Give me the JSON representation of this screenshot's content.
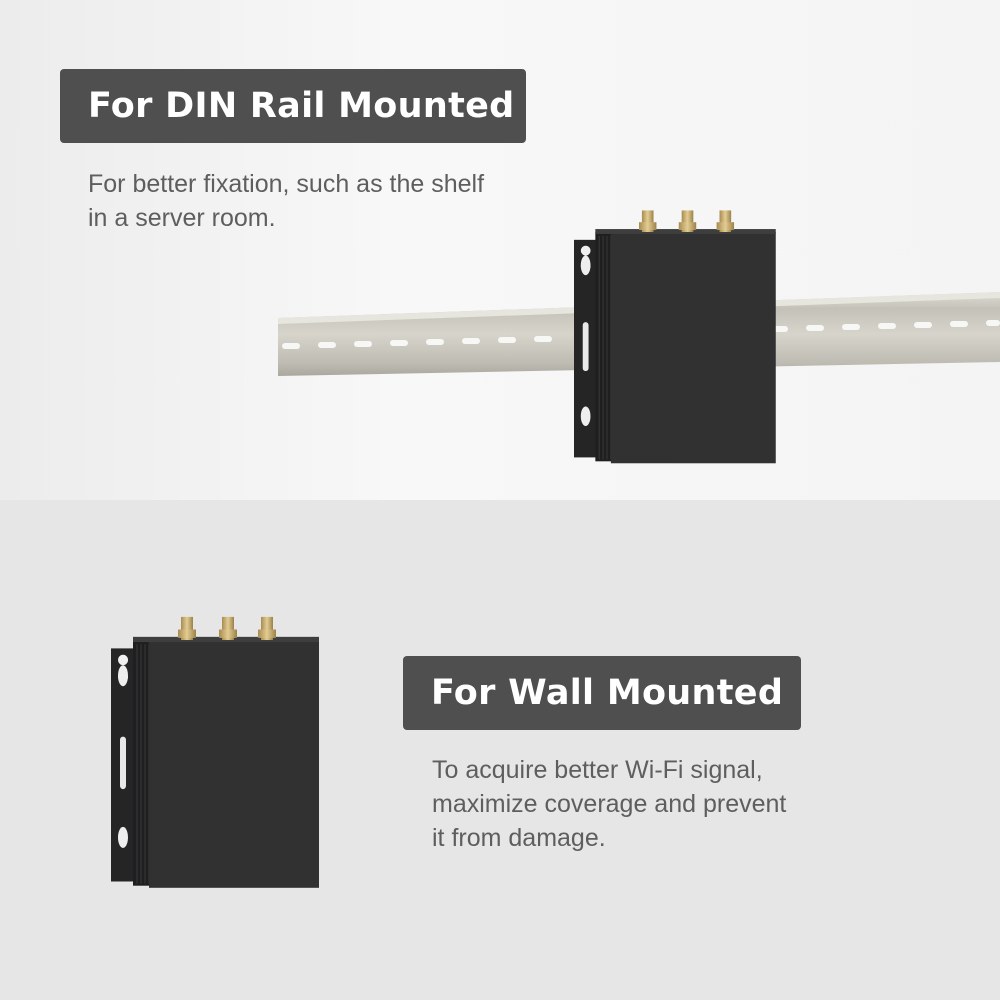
{
  "sections": [
    {
      "title": "For DIN Rail Mounted",
      "description_lines": [
        "For better fixation, such as the shelf",
        "in a server room."
      ]
    },
    {
      "title": "For Wall Mounted",
      "description_lines": [
        "To acquire better Wi-Fi signal,",
        "maximize coverage and prevent",
        "it from damage."
      ]
    }
  ],
  "colors": {
    "badge": "#4f4f4f",
    "device": "#2f2f30",
    "antenna": "#c8ad72",
    "rail": "#c9c7bd"
  },
  "icons": [
    "din-rail",
    "router-device",
    "antenna-connector"
  ]
}
